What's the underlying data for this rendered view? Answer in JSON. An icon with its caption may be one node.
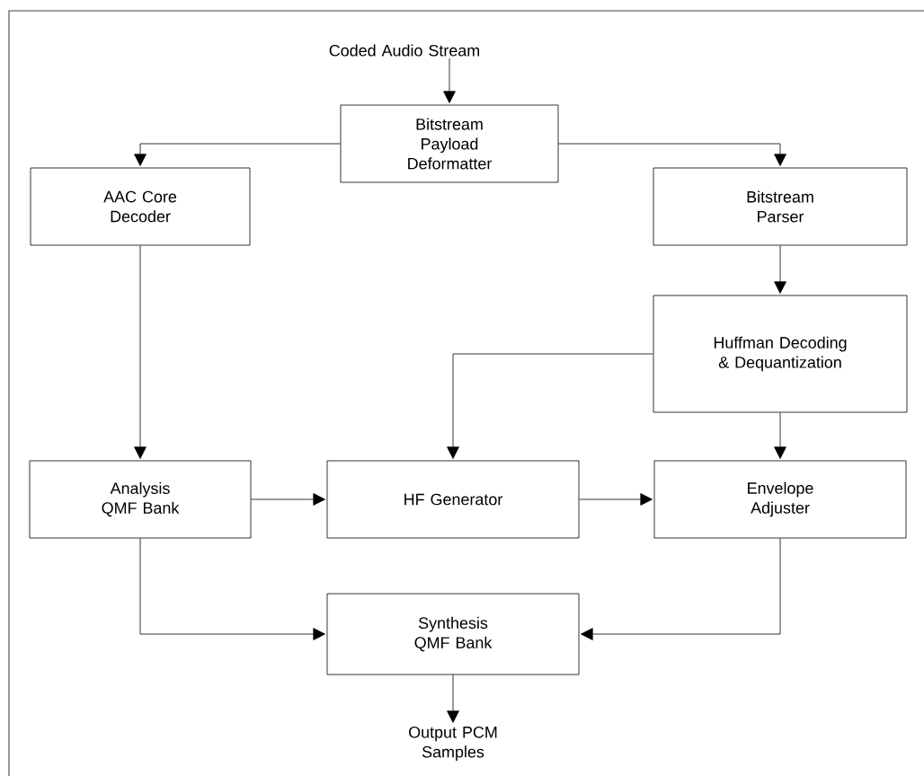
{
  "diagram": {
    "nodes": [
      {
        "text": [
          "Coded Audio Stream"
        ]
      },
      {
        "text": [
          "Bitstream Payload Deformatter"
        ]
      },
      {
        "text": [
          "AAC Core Decoder"
        ]
      },
      {
        "text": [
          "Bitstream Parser"
        ]
      },
      {
        "text": [
          "Huffman Decoding & Dequantization"
        ]
      },
      {
        "text": [
          "Analysis QMF Bank"
        ]
      },
      {
        "text": [
          "HF Generator"
        ]
      },
      {
        "text": [
          "Envelope Adjuster"
        ]
      },
      {
        "text": [
          "Synthesis QMF Bank"
        ]
      },
      {
        "text": [
          "Output PCM Samples"
        ]
      }
    ],
    "edges": [
      {
        "from": 0,
        "to": 1,
        "arrow": "to"
      },
      {
        "from": 1,
        "to": 2,
        "arrow": "to"
      },
      {
        "from": 1,
        "to": 3,
        "arrow": "to"
      },
      {
        "from": 2,
        "to": 5,
        "arrow": "to"
      },
      {
        "from": 3,
        "to": 4,
        "arrow": "to"
      },
      {
        "from": 4,
        "to": 6,
        "arrow": "to"
      },
      {
        "from": 4,
        "to": 7,
        "arrow": "to"
      },
      {
        "from": 5,
        "to": 6,
        "arrow": "to"
      },
      {
        "from": 6,
        "to": 7,
        "arrow": "to"
      },
      {
        "from": 5,
        "to": 8,
        "arrow": "to"
      },
      {
        "from": 7,
        "to": 8,
        "arrow": "to"
      },
      {
        "from": 8,
        "to": 9,
        "arrow": "to"
      }
    ]
  }
}
